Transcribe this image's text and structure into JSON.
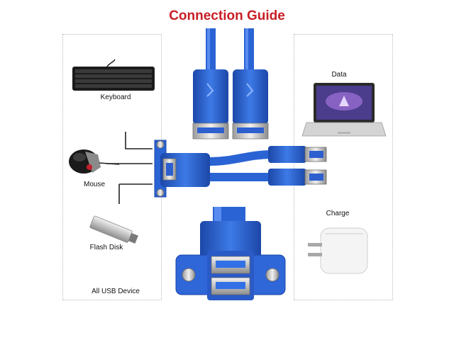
{
  "title": "Connection Guide",
  "labels": {
    "keyboard": "Keyboard",
    "mouse": "Mouse",
    "flash_disk": "Flash Disk",
    "all_usb_device": "All USB Device",
    "data": "Data",
    "charge": "Charge"
  },
  "colors": {
    "title": "#c81e25",
    "cable_blue": "#2a63d4",
    "cable_dark": "#1c47a8",
    "port_blue": "#2f66d8"
  }
}
